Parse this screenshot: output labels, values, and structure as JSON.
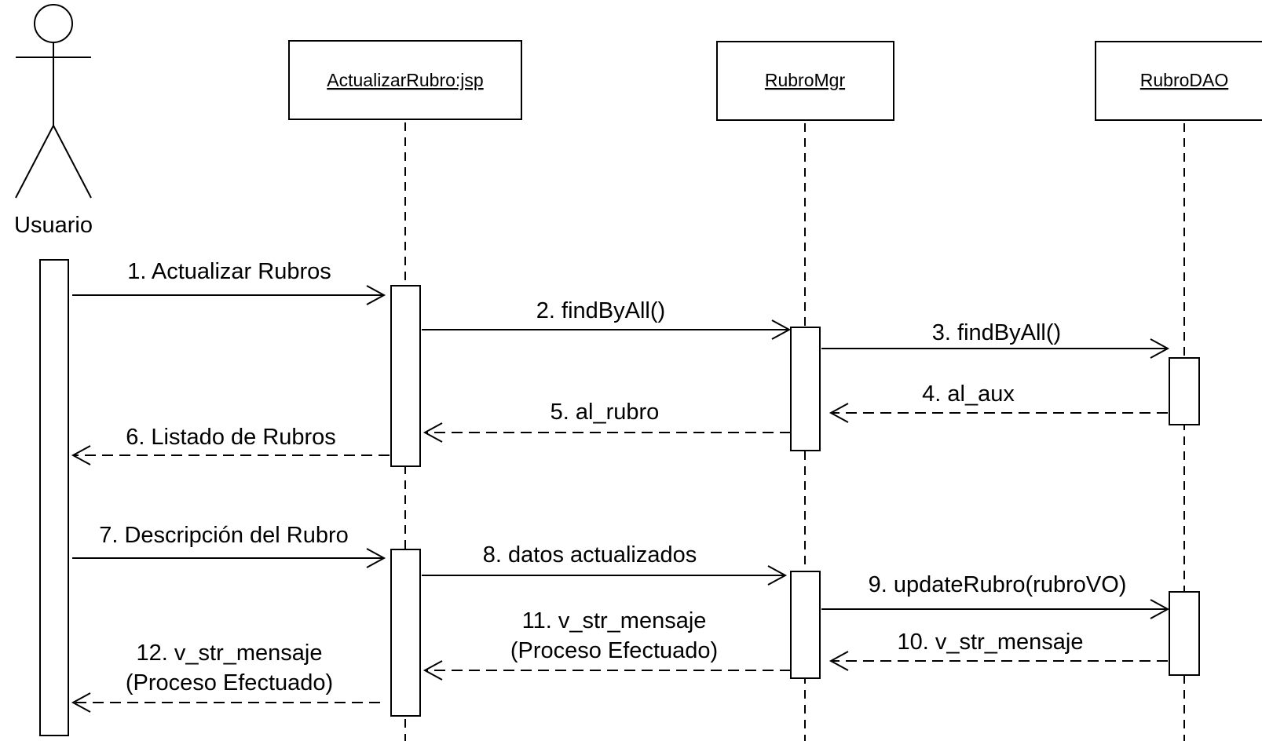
{
  "actor": {
    "name": "Usuario"
  },
  "lifelines": {
    "jsp": "ActualizarRubro:jsp",
    "mgr": "RubroMgr",
    "dao": "RubroDAO"
  },
  "messages": {
    "m1": "1. Actualizar Rubros",
    "m2": "2. findByAll()",
    "m3": "3. findByAll()",
    "m4": "4. al_aux",
    "m5": "5. al_rubro",
    "m6": "6. Listado de Rubros",
    "m7": "7. Descripción del Rubro",
    "m8": "8. datos actualizados",
    "m9": "9. updateRubro(rubroVO)",
    "m10": "10. v_str_mensaje",
    "m11_line1": "11. v_str_mensaje",
    "m11_line2": "(Proceso Efectuado)",
    "m12_line1": "12. v_str_mensaje",
    "m12_line2": "(Proceso Efectuado)"
  }
}
